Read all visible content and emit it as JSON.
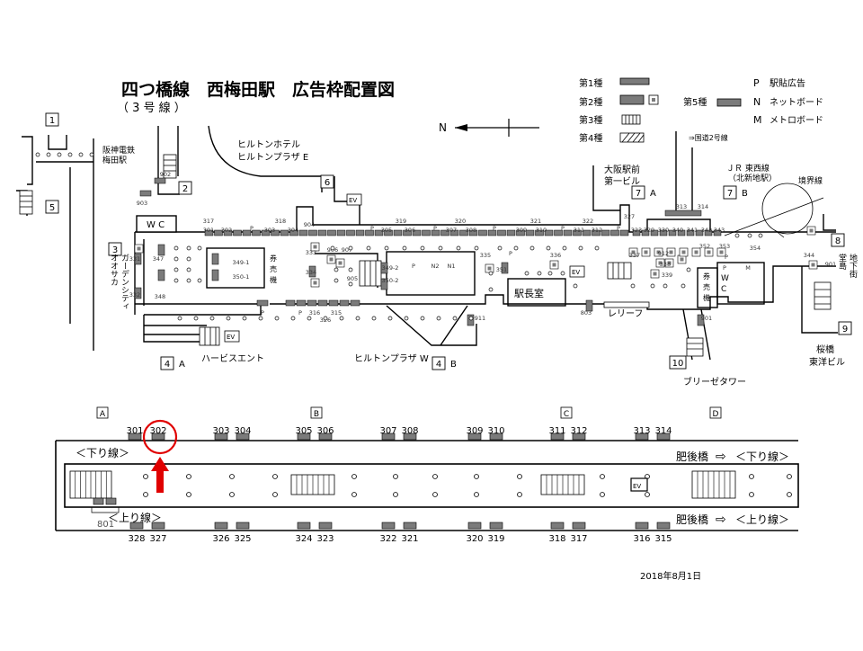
{
  "title": "四つ橋線　西梅田駅　広告枠配置図",
  "subtitle": "（ 3 号 線 ）",
  "date": "2018年8月1日",
  "north": "N",
  "legend": {
    "t1": "第1種",
    "t2": "第2種",
    "t3": "第3種",
    "t4": "第4種",
    "t5": "第5種",
    "p": "P",
    "p_text": "駅貼広告",
    "n": "N",
    "n_text": "ネットボード",
    "m": "M",
    "m_text": "メトロボード"
  },
  "colors": {
    "ad": "#7b7b7b",
    "ad_light": "#a6a6a6",
    "highlight": "#e00000"
  },
  "places": {
    "hanshin1": "阪神電鉄",
    "hanshin2": "梅田駅",
    "hilton1": "ヒルトンホテル",
    "hilton2": "ヒルトンプラザ E",
    "osakaekimae1": "大阪駅前",
    "osakaekimae2": "第一ビル",
    "jr1": "ＪＲ 東西線",
    "jr2": "（北新地駅）",
    "kyokai": "境界線",
    "kokudo": "⇒国道2号線",
    "ogarden1": "オオサカ",
    "ogarden2": "ガーデンシティ",
    "herbis": "ハービスエント",
    "hiltonw": "ヒルトンプラザ W",
    "breeze": "ブリーゼタワー",
    "dojima1": "堂島",
    "dojima2": "地下街",
    "sakurabashi1": "桜橋",
    "sakurabashi2": "東洋ビル",
    "ekichoshitsu": "駅長室",
    "relief": "レリーフ",
    "ken1": "券",
    "ken2": "売",
    "ken3": "機",
    "wc": "W C",
    "ev": "EV",
    "w": "W",
    "c": "C"
  },
  "exits": [
    {
      "id": "ex1",
      "label": "1"
    },
    {
      "id": "ex2",
      "label": "2"
    },
    {
      "id": "ex3",
      "label": "3"
    },
    {
      "id": "ex4",
      "label": "4",
      "suffix": "A"
    },
    {
      "id": "ex4b",
      "label": "4",
      "suffix": "B"
    },
    {
      "id": "ex5",
      "label": "5"
    },
    {
      "id": "ex6",
      "label": "6"
    },
    {
      "id": "ex7a",
      "label": "7",
      "suffix": "A"
    },
    {
      "id": "ex7b",
      "label": "7",
      "suffix": "B"
    },
    {
      "id": "ex8",
      "label": "8"
    },
    {
      "id": "ex9",
      "label": "9"
    },
    {
      "id": "ex10",
      "label": "10"
    }
  ],
  "concourse_codes": {
    "upper": [
      "317",
      "301",
      "302",
      "P",
      "303",
      "318",
      "304",
      "904",
      "P",
      "319",
      "305",
      "306",
      "P",
      "320",
      "307",
      "308",
      "P",
      "321",
      "309",
      "310",
      "P",
      "322",
      "311",
      "312",
      "P",
      "327",
      "323",
      "329",
      "330",
      "340",
      "341",
      "342",
      "343"
    ],
    "mid": [
      "333",
      "906",
      "907",
      "334",
      "349-2",
      "P",
      "N2",
      "N1",
      "335",
      "351",
      "336",
      "912",
      "337",
      "338",
      "339",
      "352",
      "353",
      "354",
      "344",
      "901",
      "349-1",
      "350-1",
      "350-2",
      "347",
      "331",
      "332",
      "348",
      "313",
      "314"
    ],
    "lower": [
      "P",
      "316",
      "315",
      "326",
      "905",
      "911",
      "803",
      "P",
      "902",
      "903",
      "M",
      "P",
      "901"
    ]
  },
  "sections": [
    "A",
    "B",
    "C",
    "D"
  ],
  "platform": {
    "top_codes": [
      "301",
      "302",
      "303",
      "304",
      "305",
      "306",
      "307",
      "308",
      "309",
      "310",
      "311",
      "312",
      "313",
      "314"
    ],
    "bottom_codes": [
      "328",
      "327",
      "326",
      "325",
      "324",
      "323",
      "322",
      "321",
      "320",
      "319",
      "318",
      "317",
      "316",
      "315"
    ],
    "code_801": "801",
    "down_label": "＜下り線＞",
    "up_label": "＜上り線＞",
    "higobashi": "肥後橋",
    "arrow": "⇨",
    "ev": "EV"
  },
  "highlighted": "302"
}
